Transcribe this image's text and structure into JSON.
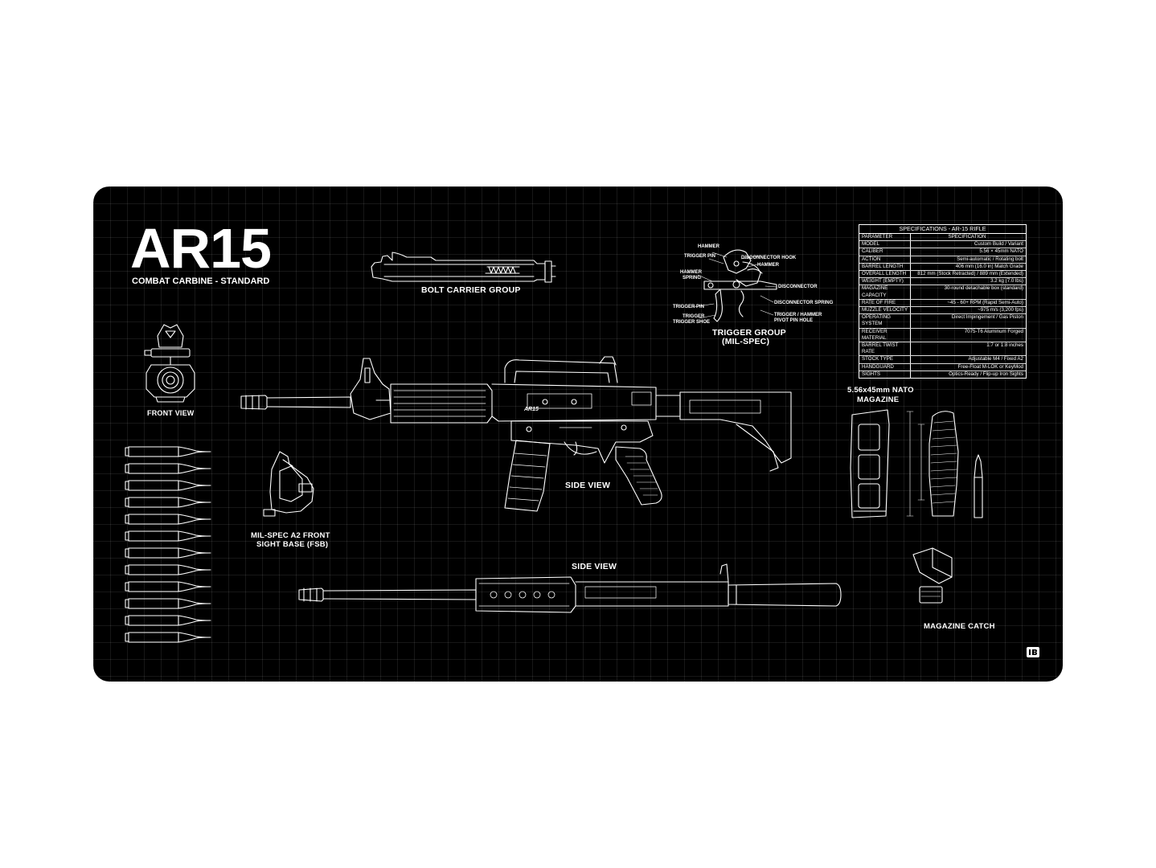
{
  "mat": {
    "title": "AR15",
    "subtitle": "COMBAT CARBINE - STANDARD",
    "captions": {
      "bolt_carrier": "BOLT CARRIER GROUP",
      "trigger_group_1": "TRIGGER GROUP",
      "trigger_group_2": "(MIL-SPEC)",
      "front_view": "FRONT VIEW",
      "side_view_main": "SIDE VIEW",
      "side_view_lower": "SIDE VIEW",
      "fsb_1": "MIL-SPEC A2 FRONT",
      "fsb_2": "SIGHT BASE (FSB)",
      "magazine_1": "5.56x45mm NATO",
      "magazine_2": "MAGAZINE",
      "magazine_catch": "MAGAZINE CATCH",
      "receiver_marking": "AR15"
    },
    "trigger_labels": {
      "hammer_top": "HAMMER",
      "trigger_pin_top": "TRIGGER PIN",
      "disconnector_hook": "DISCONNECTOR HOOK",
      "hammer_right": "HAMMER",
      "hammer_spring_1": "HAMMER",
      "hammer_spring_2": "SPRING",
      "disconnector": "DISCONNECTOR",
      "disconnector_spring": "DISCONNECTOR SPRING",
      "trigger_pin_bottom": "TRIGGER PIN",
      "trigger_1": "TRIGGER",
      "trigger_2": "TRIGGER SHOE",
      "pivot_1": "TRIGGER / HAMMER",
      "pivot_2": "PIVOT PIN HOLE"
    },
    "specs": {
      "title": "SPECIFICATIONS - AR-15 RIFLE",
      "col_param": "PARAMETER",
      "col_spec": "SPECIFICATION",
      "rows": [
        {
          "p": "MODEL",
          "v": "Custom Build / Variant"
        },
        {
          "p": "CALIBER",
          "v": "5.56 × 45mm NATO"
        },
        {
          "p": "ACTION",
          "v": "Semi-automatic / Rotating bolt"
        },
        {
          "p": "BARREL LENGTH",
          "v": "406 mm (16.0 in) Match Grade"
        },
        {
          "p": "OVERALL LENGTH",
          "v": "812 mm (Stock Retracted) / 889 mm (Extended)"
        },
        {
          "p": "WEIGHT (EMPTY)",
          "v": "3.2 kg (7.0 lbs)"
        },
        {
          "p": "MAGAZINE CAPACITY",
          "v": "30-round detachable box (standard)"
        },
        {
          "p": "RATE OF FIRE",
          "v": "~45 - 60+ RPM (Rapid Semi-Auto)"
        },
        {
          "p": "MUZZLE VELOCITY",
          "v": "~975 m/s (3,200 fps)"
        },
        {
          "p": "OPERATING SYSTEM",
          "v": "Direct Impingement / Gas Piston"
        },
        {
          "p": "RECEIVER MATERIAL",
          "v": "7075-T6 Aluminum Forged"
        },
        {
          "p": "BARREL TWIST RATE",
          "v": "1:7 or 1:8 inches"
        },
        {
          "p": "STOCK TYPE",
          "v": "Adjustable M4 / Fixed A2"
        },
        {
          "p": "HANDGUARD",
          "v": "Free-Float M-LOK or KeyMod"
        },
        {
          "p": "SIGHTS",
          "v": "Optics-Ready / Flip-up Iron Sights"
        }
      ]
    },
    "cartridge_count": 12,
    "colors": {
      "background": "#000000",
      "lines": "#ffffff",
      "grid": "rgba(255,255,255,0.09)",
      "page": "#ffffff"
    },
    "logo_icon": "brand-logo-icon"
  }
}
